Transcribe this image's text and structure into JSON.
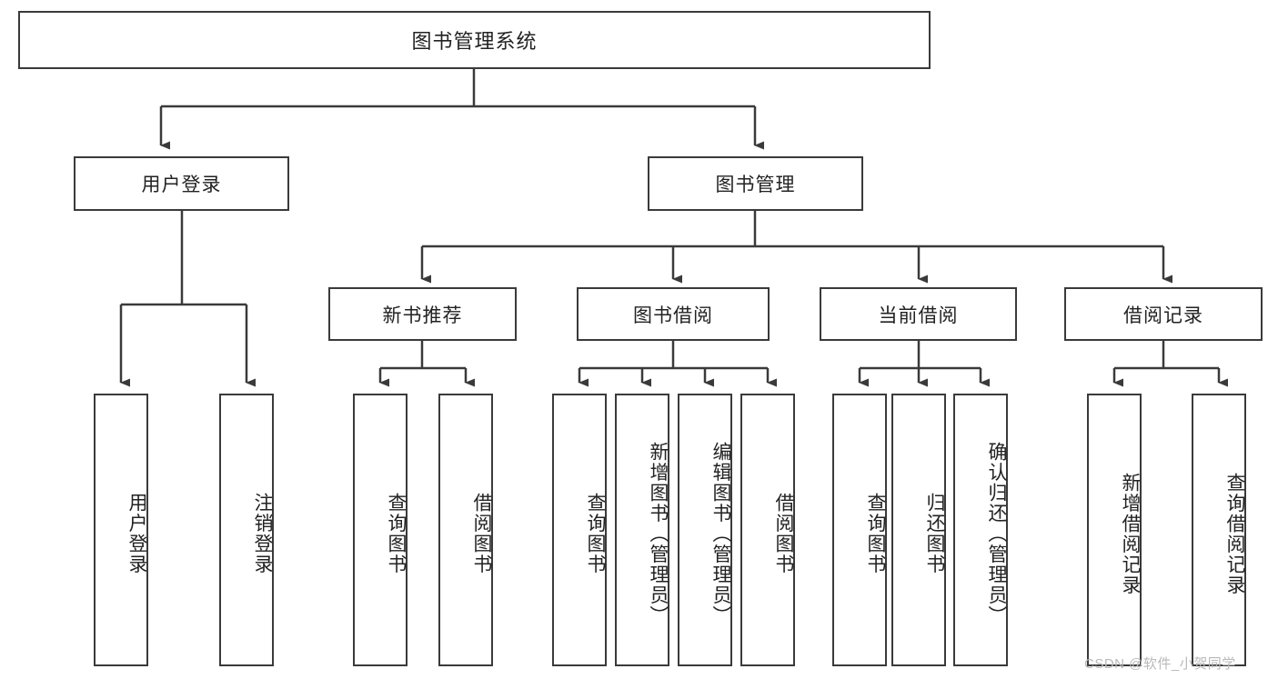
{
  "diagram": {
    "title": "图书管理系统",
    "type": "hierarchy-tree",
    "root": {
      "label": "图书管理系统"
    },
    "level2": [
      {
        "id": "user-login",
        "label": "用户登录"
      },
      {
        "id": "book-management",
        "label": "图书管理"
      }
    ],
    "level3": [
      {
        "id": "new-book-recommend",
        "label": "新书推荐",
        "parent": "book-management"
      },
      {
        "id": "book-borrow",
        "label": "图书借阅",
        "parent": "book-management"
      },
      {
        "id": "current-borrow",
        "label": "当前借阅",
        "parent": "book-management"
      },
      {
        "id": "borrow-record",
        "label": "借阅记录",
        "parent": "book-management"
      }
    ],
    "leaves": [
      {
        "id": "leaf-user-login",
        "label": "用户登录",
        "parent": "user-login"
      },
      {
        "id": "leaf-logout-login",
        "label": "注销登录",
        "parent": "user-login"
      },
      {
        "id": "leaf-query-book-1",
        "label": "查询图书",
        "parent": "new-book-recommend"
      },
      {
        "id": "leaf-borrow-book-1",
        "label": "借阅图书",
        "parent": "new-book-recommend"
      },
      {
        "id": "leaf-query-book-2",
        "label": "查询图书",
        "parent": "book-borrow"
      },
      {
        "id": "leaf-add-book",
        "label": "新增图书（管理员）",
        "parent": "book-borrow"
      },
      {
        "id": "leaf-edit-book",
        "label": "编辑图书（管理员）",
        "parent": "book-borrow"
      },
      {
        "id": "leaf-borrow-book-2",
        "label": "借阅图书",
        "parent": "book-borrow"
      },
      {
        "id": "leaf-query-book-3",
        "label": "查询图书",
        "parent": "current-borrow"
      },
      {
        "id": "leaf-return-book",
        "label": "归还图书",
        "parent": "current-borrow"
      },
      {
        "id": "leaf-confirm-return",
        "label": "确认归还（管理员）",
        "parent": "current-borrow"
      },
      {
        "id": "leaf-add-record",
        "label": "新增借阅记录",
        "parent": "borrow-record"
      },
      {
        "id": "leaf-query-record",
        "label": "查询借阅记录",
        "parent": "borrow-record"
      }
    ],
    "watermark": "CSDN @软件_小贺同学",
    "colors": {
      "stroke": "#3a3a3a",
      "background": "#ffffff",
      "text": "#222222",
      "watermark": "#b9b9b9"
    }
  }
}
